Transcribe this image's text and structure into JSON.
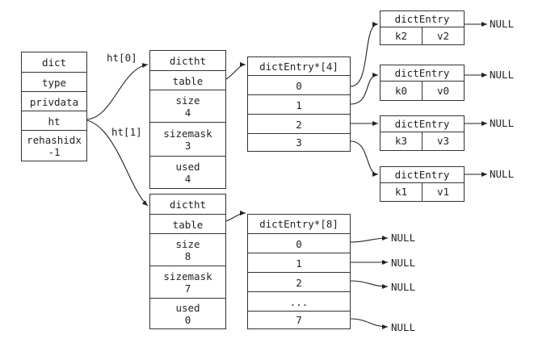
{
  "dict": {
    "rows": [
      "dict",
      "type",
      "privdata",
      "ht",
      "rehashidx",
      "-1"
    ]
  },
  "ht_labels": [
    "ht[0]",
    "ht[1]"
  ],
  "ht0": {
    "rows": [
      "dictht",
      "table",
      "size",
      "4",
      "sizemask",
      "3",
      "used",
      "4"
    ]
  },
  "ht1": {
    "rows": [
      "dictht",
      "table",
      "size",
      "8",
      "sizemask",
      "7",
      "used",
      "0"
    ]
  },
  "table0": {
    "title": "dictEntry*[4]",
    "slots": [
      "0",
      "1",
      "2",
      "3"
    ]
  },
  "table1": {
    "title": "dictEntry*[8]",
    "slots": [
      "0",
      "1",
      "2",
      "...",
      "7"
    ]
  },
  "entries": [
    {
      "title": "dictEntry",
      "key": "k2",
      "value": "v2",
      "next": "NULL"
    },
    {
      "title": "dictEntry",
      "key": "k0",
      "value": "v0",
      "next": "NULL"
    },
    {
      "title": "dictEntry",
      "key": "k3",
      "value": "v3",
      "next": "NULL"
    },
    {
      "title": "dictEntry",
      "key": "k1",
      "value": "v1",
      "next": "NULL"
    }
  ],
  "table1_nulls": [
    "NULL",
    "NULL",
    "NULL",
    "NULL"
  ]
}
